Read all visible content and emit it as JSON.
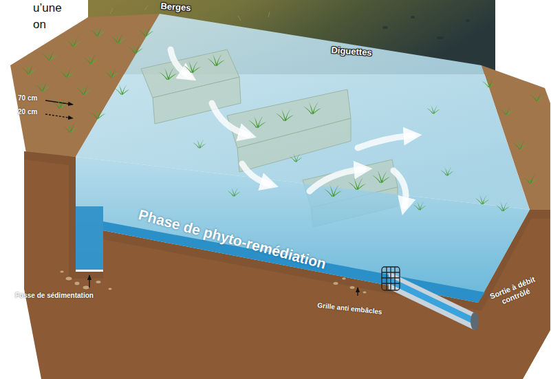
{
  "diagram": {
    "labels": [
      "u’une",
      "on",
      "Berges",
      "Diguettes",
      "70 cm",
      "20 cm",
      "Fosse de sédimentation",
      "Phase de phyto-remédiation",
      "Grille anti embâcles",
      "Sortie à débit contrôlé"
    ]
  }
}
